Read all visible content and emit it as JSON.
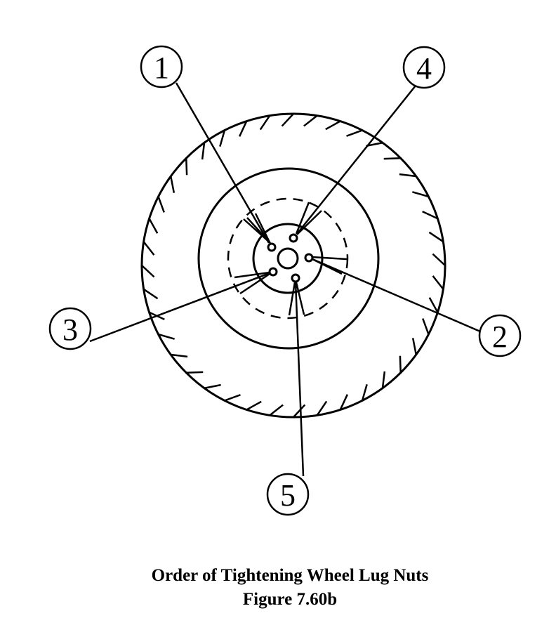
{
  "diagram": {
    "callouts": [
      {
        "label": "1",
        "order": 1
      },
      {
        "label": "2",
        "order": 2
      },
      {
        "label": "3",
        "order": 3
      },
      {
        "label": "4",
        "order": 4
      },
      {
        "label": "5",
        "order": 5
      }
    ],
    "stroke_color": "#000000"
  },
  "caption": {
    "title": "Order of Tightening Wheel Lug Nuts",
    "figure": "Figure 7.60b"
  }
}
